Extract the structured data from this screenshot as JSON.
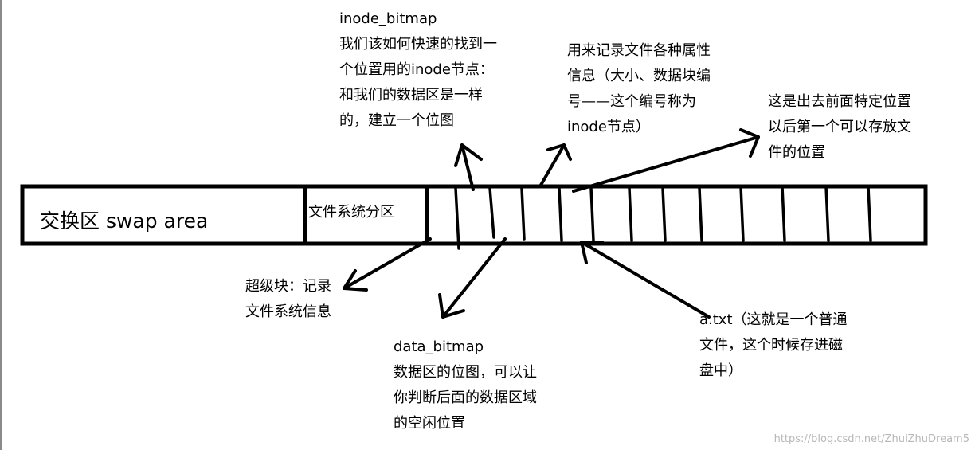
{
  "bar": {
    "swap_label": "交换区 swap area",
    "fs_label": "文件系统分区"
  },
  "annotations": {
    "inode_bitmap": {
      "title": "inode_bitmap",
      "lines": [
        "我们该如何快速的找到一",
        "个位置用的inode节点：",
        "和我们的数据区是一样",
        "的，建立一个位图"
      ]
    },
    "inode": {
      "lines": [
        "用来记录文件各种属性",
        "信息（大小、数据块编",
        "号——这个编号称为",
        "inode节点）"
      ]
    },
    "position": {
      "lines": [
        "这是出去前面特定位置",
        "以后第一个可以存放文",
        "件的位置"
      ]
    },
    "superblock": {
      "lines": [
        "超级块：记录",
        "文件系统信息"
      ]
    },
    "data_bitmap": {
      "title": "data_bitmap",
      "lines": [
        "数据区的位图，可以让",
        "你判断后面的数据区域",
        "的空闲位置"
      ]
    },
    "atxt": {
      "lines": [
        "a.txt（这就是一个普通",
        "文件，这个时候存进磁",
        "盘中）"
      ]
    }
  },
  "watermark": "https://blog.csdn.net/ZhuiZhuDream5"
}
